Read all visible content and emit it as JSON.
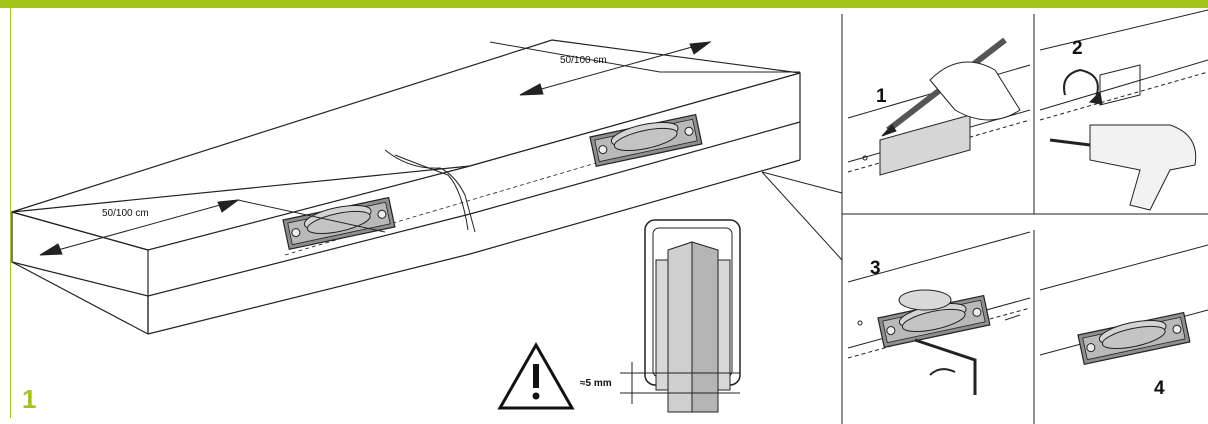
{
  "step_number": "1",
  "colors": {
    "accent": "#a4c31c",
    "line": "#222222",
    "hardware": "#9a9a9a"
  },
  "measurements": {
    "spacing_left": "50/100 cm",
    "spacing_right": "50/100 cm",
    "clearance": "≈5 mm"
  },
  "substeps": [
    "1",
    "2",
    "3",
    "4"
  ],
  "icons": [
    "warning-icon",
    "pencil-icon",
    "drill-icon",
    "hex-key-icon",
    "roller-icon"
  ]
}
